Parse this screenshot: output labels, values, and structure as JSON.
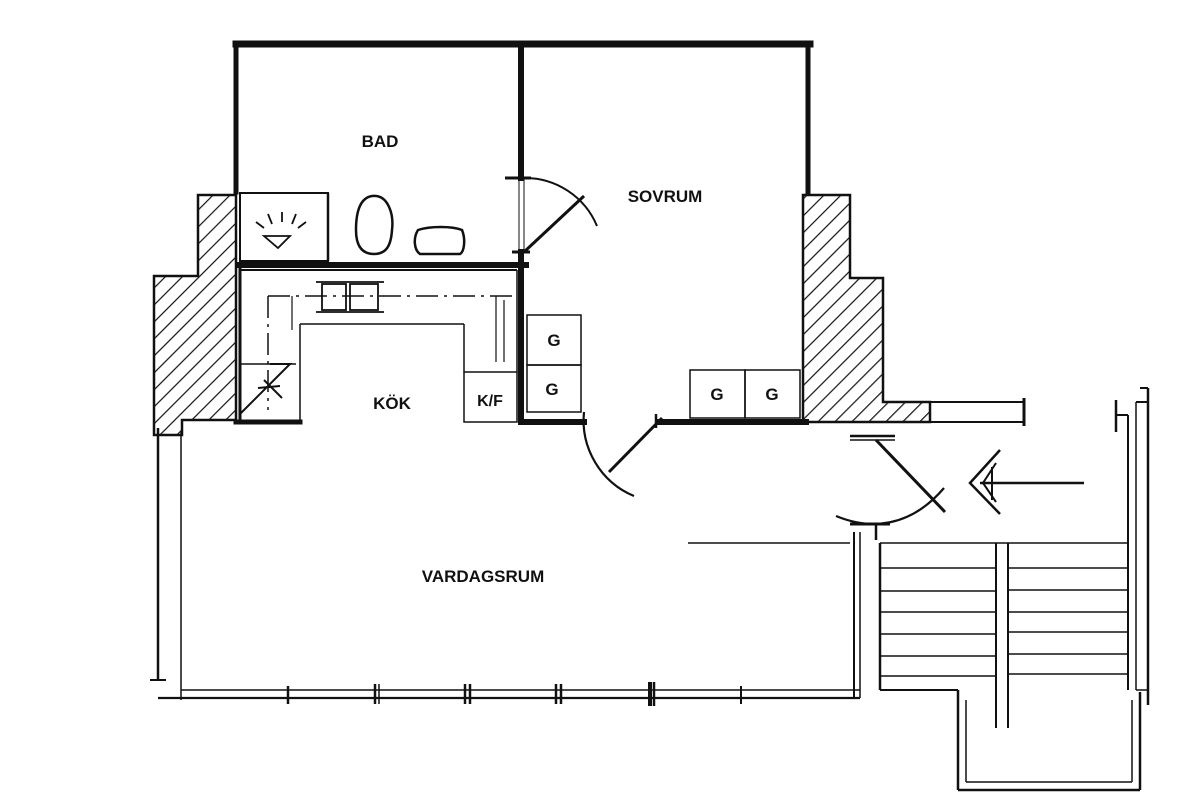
{
  "rooms": {
    "bad": "BAD",
    "sovrum": "SOVRUM",
    "kok": "KÖK",
    "vardagsrum": "VARDAGSRUM"
  },
  "fixtures": {
    "fridge": "K/F",
    "wardrobe_1": "G",
    "wardrobe_2": "G",
    "wardrobe_3": "G",
    "wardrobe_4": "G"
  },
  "colors": {
    "ink": "#111111",
    "paper": "#ffffff"
  }
}
